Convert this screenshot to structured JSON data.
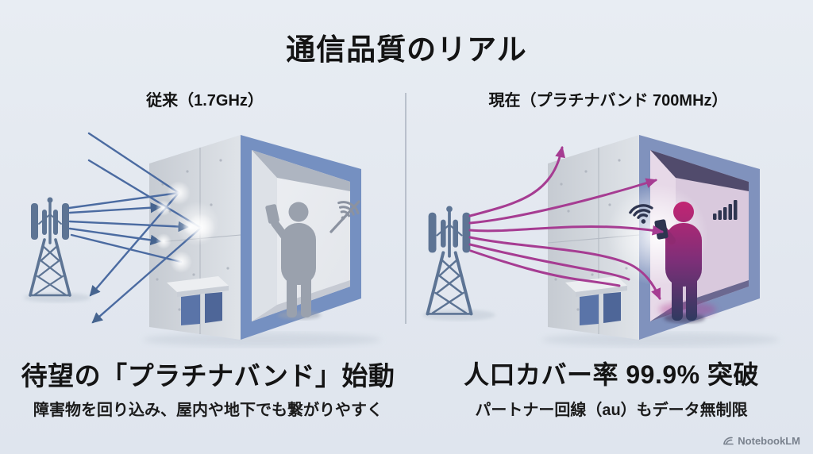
{
  "page": {
    "title": "通信品質のリアル",
    "watermark": "NotebookLM",
    "background_color": "#e4e9f0",
    "text_color": "#141414"
  },
  "panels": {
    "left": {
      "label": "従来（1.7GHz）",
      "headline": "待望の「プラチナバンド」始動",
      "subtext": "障害物を回り込み、屋内や地下でも繋がりやすく",
      "signal_color": "#4b6ba1",
      "scene": "radio waves from cell tower bounce off concrete building; person inside has no signal",
      "icons": [
        "cell-tower-icon",
        "wifi-off-icon"
      ]
    },
    "right": {
      "label": "現在（プラチナバンド 700MHz）",
      "headline": "人口カバー率 99.9% 突破",
      "subtext": "パートナー回線（au）もデータ無制限",
      "signal_color": "#a63c92",
      "scene": "platinum-band waves curve around and through building; person inside connected",
      "icons": [
        "cell-tower-icon",
        "wifi-icon",
        "signal-bars-icon"
      ]
    }
  },
  "colors": {
    "tower": "#5d7494",
    "building_frame_left": "#7590c1",
    "building_frame_right": "#8092bd",
    "concrete": "#ccd1d7",
    "person_left": "#9aa1ad",
    "person_right_gradient": [
      "#c22573",
      "#2f3a60"
    ],
    "divider": "#a7afbc"
  }
}
